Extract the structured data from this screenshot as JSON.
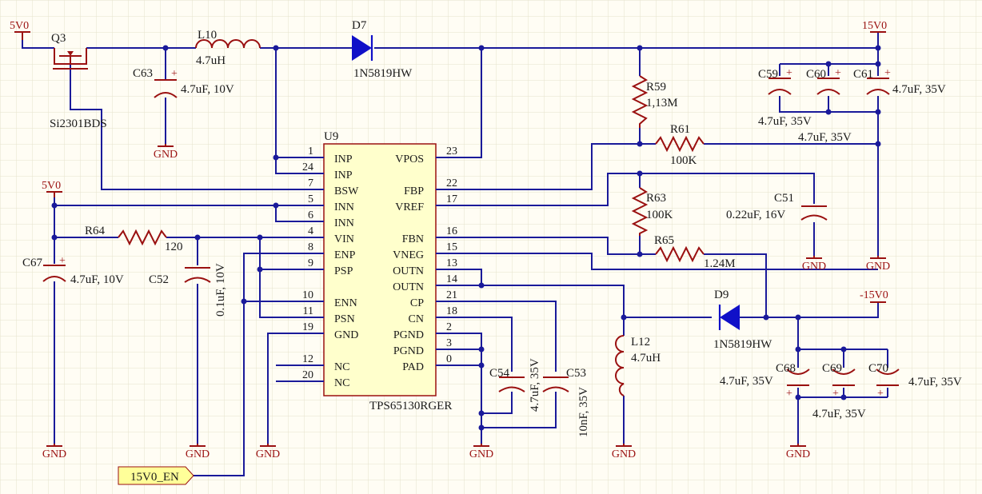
{
  "ic": {
    "ref": "U9",
    "part": "TPS65130RGER",
    "left_pins": [
      {
        "num": "1",
        "name": "INP"
      },
      {
        "num": "24",
        "name": "INP"
      },
      {
        "num": "7",
        "name": "BSW"
      },
      {
        "num": "5",
        "name": "INN"
      },
      {
        "num": "6",
        "name": "INN"
      },
      {
        "num": "4",
        "name": "VIN"
      },
      {
        "num": "8",
        "name": "ENP"
      },
      {
        "num": "9",
        "name": "PSP"
      },
      {
        "num": "10",
        "name": "ENN"
      },
      {
        "num": "11",
        "name": "PSN"
      },
      {
        "num": "19",
        "name": "GND"
      },
      {
        "num": "12",
        "name": "NC"
      },
      {
        "num": "20",
        "name": "NC"
      }
    ],
    "right_pins": [
      {
        "num": "23",
        "name": "VPOS"
      },
      {
        "num": "22",
        "name": "FBP"
      },
      {
        "num": "17",
        "name": "VREF"
      },
      {
        "num": "16",
        "name": "FBN"
      },
      {
        "num": "15",
        "name": "VNEG"
      },
      {
        "num": "13",
        "name": "OUTN"
      },
      {
        "num": "14",
        "name": "OUTN"
      },
      {
        "num": "21",
        "name": "CP"
      },
      {
        "num": "18",
        "name": "CN"
      },
      {
        "num": "2",
        "name": "PGND"
      },
      {
        "num": "3",
        "name": "PGND"
      },
      {
        "num": "0",
        "name": "PAD"
      }
    ]
  },
  "components": {
    "q3": {
      "ref": "Q3",
      "value": "Si2301BDS"
    },
    "l10": {
      "ref": "L10",
      "value": "4.7uH"
    },
    "d7": {
      "ref": "D7",
      "value": "1N5819HW"
    },
    "c63": {
      "ref": "C63",
      "value": "4.7uF, 10V"
    },
    "r59": {
      "ref": "R59",
      "value": "1,13M"
    },
    "r61": {
      "ref": "R61",
      "value": "100K"
    },
    "r63": {
      "ref": "R63",
      "value": "100K"
    },
    "r64": {
      "ref": "R64",
      "value": "120"
    },
    "r65": {
      "ref": "R65",
      "value": "1.24M"
    },
    "c59": {
      "ref": "C59",
      "value": "4.7uF, 35V"
    },
    "c60": {
      "ref": "C60",
      "value": "4.7uF, 35V"
    },
    "c61": {
      "ref": "C61",
      "value": "4.7uF, 35V"
    },
    "c51": {
      "ref": "C51",
      "value": "0.22uF, 16V"
    },
    "c67": {
      "ref": "C67",
      "value": "4.7uF, 10V"
    },
    "c52": {
      "ref": "C52",
      "value": "0.1uF, 10V"
    },
    "c54": {
      "ref": "C54",
      "value": "4.7uF, 35V"
    },
    "c53": {
      "ref": "C53",
      "value": "10nF, 35V"
    },
    "l12": {
      "ref": "L12",
      "value": "4.7uH"
    },
    "d9": {
      "ref": "D9",
      "value": "1N5819HW"
    },
    "c68": {
      "ref": "C68",
      "value": "4.7uF, 35V"
    },
    "c69": {
      "ref": "C69",
      "value": "4.7uF, 35V"
    },
    "c70": {
      "ref": "C70",
      "value": "4.7uF, 35V"
    }
  },
  "power": {
    "v5_top": "5V0",
    "v15": "15V0",
    "v5_left": "5V0",
    "vneg15": "-15V0",
    "gnd": "GND"
  },
  "net_label": "15V0_EN",
  "colors": {
    "wire": "#1a1a9a",
    "component": "#9a1010",
    "diode": "#1010c8",
    "grid": "#e6e2cc",
    "background": "#fffdf4",
    "ic_body": "#ffffcc",
    "net_label_fill": "#ffff99"
  }
}
